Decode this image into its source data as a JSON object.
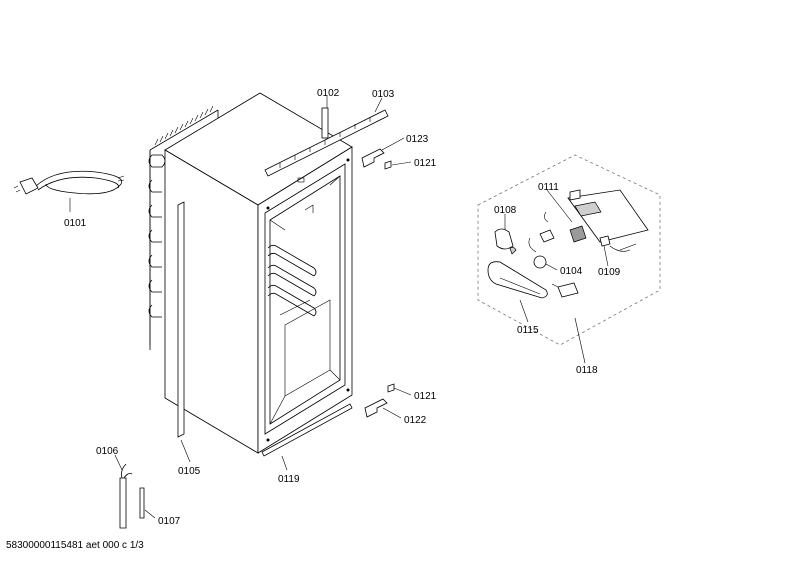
{
  "diagram": {
    "parts": [
      {
        "id": "0101",
        "label": "0101"
      },
      {
        "id": "0102",
        "label": "0102"
      },
      {
        "id": "0103",
        "label": "0103"
      },
      {
        "id": "0123",
        "label": "0123"
      },
      {
        "id": "0121a",
        "label": "0121"
      },
      {
        "id": "0111",
        "label": "0111"
      },
      {
        "id": "0108",
        "label": "0108"
      },
      {
        "id": "0104",
        "label": "0104"
      },
      {
        "id": "0109",
        "label": "0109"
      },
      {
        "id": "0115",
        "label": "0115"
      },
      {
        "id": "0118",
        "label": "0118"
      },
      {
        "id": "0121b",
        "label": "0121"
      },
      {
        "id": "0122",
        "label": "0122"
      },
      {
        "id": "0106",
        "label": "0106"
      },
      {
        "id": "0105",
        "label": "0105"
      },
      {
        "id": "0119",
        "label": "0119"
      },
      {
        "id": "0107",
        "label": "0107"
      }
    ]
  },
  "footer": {
    "reference": "58300000115481 aet 000 c 1/3"
  }
}
